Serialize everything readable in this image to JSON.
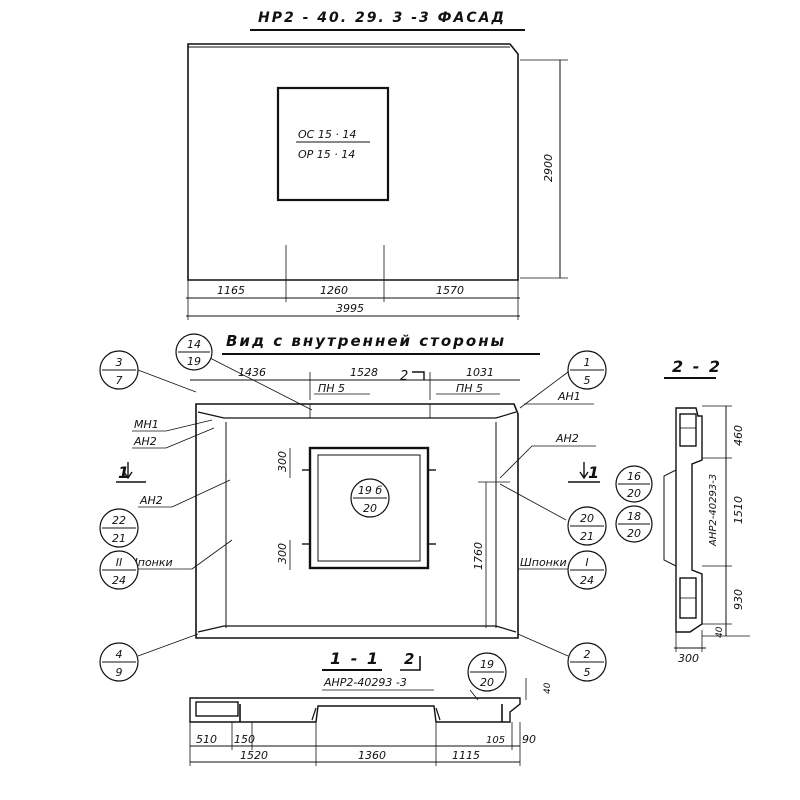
{
  "titles": {
    "facade": "НР2 - 40. 29. 3  -3  ФАСАД",
    "inner_view": "Вид с внутренней  стороны",
    "section_22": "2 - 2",
    "section_11": "1 - 1"
  },
  "facade": {
    "window_label_top": "ОС 15 · 14",
    "window_label_bottom": "ОР 15 · 14",
    "dim_height": "2900",
    "dim_left": "1165",
    "dim_mid": "1260",
    "dim_right": "1570",
    "dim_total": "3995"
  },
  "inner": {
    "dim_top_left": "1436",
    "dim_top_mid": "1528",
    "dim_top_right": "1031",
    "section_mark_top": "2",
    "pn5_left": "ПН 5",
    "pn5_right": "ПН 5",
    "mn1": "МН1",
    "an2_left_top": "АН2",
    "an2_left": "АН2",
    "an1_right": "АН1",
    "an2_right": "АН2",
    "shponki_left": "Шпонки",
    "shponki_right": "Шпонки",
    "dim_300_top": "300",
    "dim_300_bottom": "300",
    "dim_1760": "1760",
    "section_mark_left": "1",
    "section_mark_right": "1"
  },
  "callouts": {
    "c37": {
      "top": "3",
      "bottom": "7"
    },
    "c1419": {
      "top": "14",
      "bottom": "19"
    },
    "c15": {
      "top": "1",
      "bottom": "5"
    },
    "c2221": {
      "top": "22",
      "bottom": "21"
    },
    "cII24": {
      "top": "II",
      "bottom": "24"
    },
    "c49": {
      "top": "4",
      "bottom": "9"
    },
    "c19b20": {
      "top": "19 б",
      "bottom": "20"
    },
    "c2021": {
      "top": "20",
      "bottom": "21"
    },
    "cI24": {
      "top": "I",
      "bottom": "24"
    },
    "c25": {
      "top": "2",
      "bottom": "5"
    },
    "c1620": {
      "top": "16",
      "bottom": "20"
    },
    "c1820": {
      "top": "18",
      "bottom": "20"
    },
    "c1920": {
      "top": "19",
      "bottom": "20"
    }
  },
  "section22": {
    "dim_460": "460",
    "dim_1510": "1510",
    "dim_930": "930",
    "dim_40": "40",
    "dim_300": "300",
    "label": "АНР2-40293-3"
  },
  "section11": {
    "label": "АНР2-40293 -3",
    "section_mark": "2",
    "dim_40": "40",
    "dim_510": "510",
    "dim_150": "150",
    "dim_1520": "1520",
    "dim_1360": "1360",
    "dim_1115": "1115",
    "dim_105": "105",
    "dim_90": "90"
  }
}
